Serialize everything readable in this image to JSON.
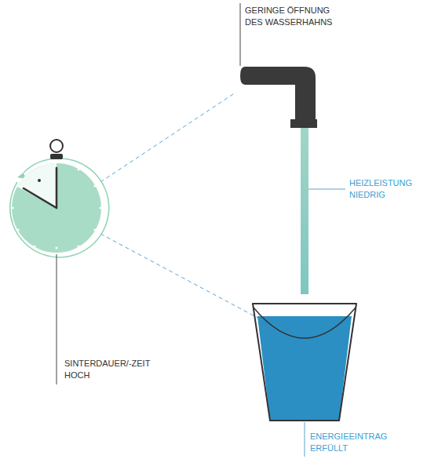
{
  "diagram": {
    "labels": [
      "GERINGE ÖFFNUNG DES WASSERHAHNS",
      "HEIZLEISTUNG NIEDRIG",
      "SINTERDAUER/-ZEIT HOCH",
      "ENERGIEEINTRAG ERFÜLLT"
    ]
  }
}
